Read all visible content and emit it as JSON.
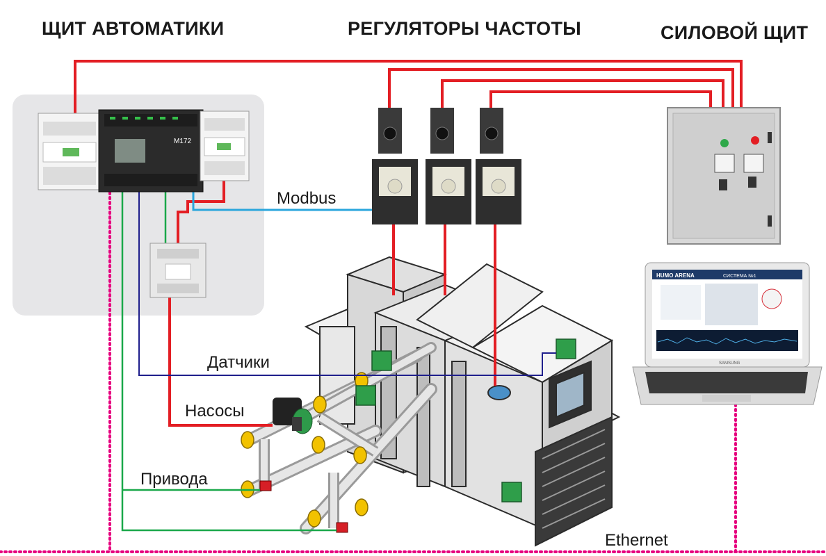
{
  "headings": {
    "automation_panel": "ЩИТ АВТОМАТИКИ",
    "frequency_regulators": "РЕГУЛЯТОРЫ ЧАСТОТЫ",
    "power_panel": "СИЛОВОЙ ЩИТ"
  },
  "labels": {
    "modbus": "Modbus",
    "sensors": "Датчики",
    "pumps": "Насосы",
    "actuators": "Привода",
    "ethernet": "Ethernet"
  },
  "devices": {
    "controller_model": "M172",
    "laptop_title": "HUMO ARENA",
    "laptop_subtitle": "СИСТЕМА №1",
    "laptop_brand": "SAMSUNG"
  },
  "colors": {
    "power_line": "#e31e24",
    "modbus_line": "#2aa6dc",
    "sensor_line": "#1f1f8c",
    "actuator_line": "#1aa84a",
    "ethernet_line": "#e6007e",
    "panel_bg": "#e6e6e8"
  },
  "icons": [
    "circuit-breaker-icon",
    "plc-controller-icon",
    "contactor-icon",
    "motor-breaker-icon",
    "frequency-drive-icon",
    "power-cabinet-icon",
    "laptop-icon",
    "air-handling-unit-icon",
    "pump-icon",
    "valve-actuator-icon",
    "sensor-box-icon"
  ]
}
